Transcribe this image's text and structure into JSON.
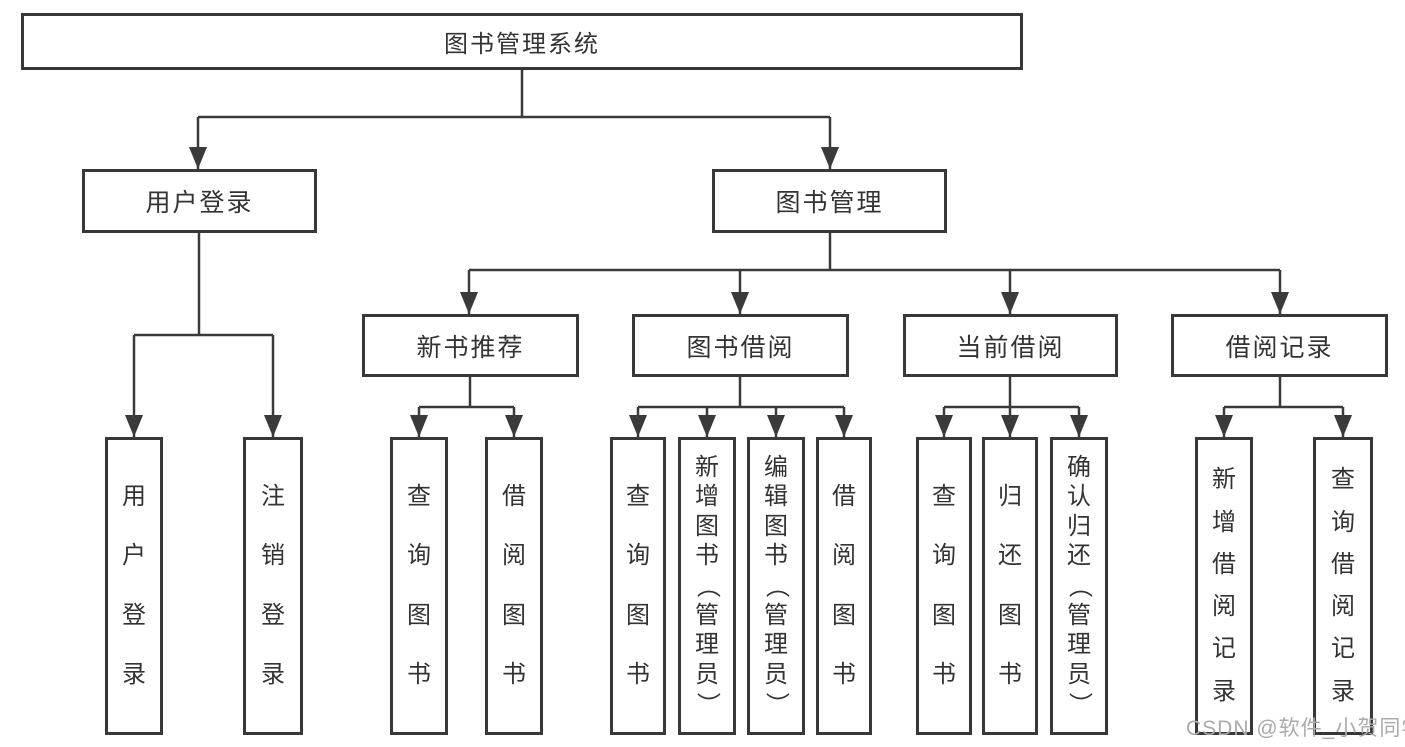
{
  "tree": {
    "root": {
      "label": "图书管理系统"
    },
    "children": [
      {
        "label": "用户登录",
        "children": [
          {
            "label": "用户登录"
          },
          {
            "label": "注销登录"
          }
        ]
      },
      {
        "label": "图书管理",
        "children": [
          {
            "label": "新书推荐",
            "children": [
              {
                "label": "查询图书"
              },
              {
                "label": "借阅图书"
              }
            ]
          },
          {
            "label": "图书借阅",
            "children": [
              {
                "label": "查询图书"
              },
              {
                "label": "新增图书（管理员）"
              },
              {
                "label": "编辑图书（管理员）"
              },
              {
                "label": "借阅图书"
              }
            ]
          },
          {
            "label": "当前借阅",
            "children": [
              {
                "label": "查询图书"
              },
              {
                "label": "归还图书"
              },
              {
                "label": "确认归还（管理员）"
              }
            ]
          },
          {
            "label": "借阅记录",
            "children": [
              {
                "label": "新增借阅记录"
              },
              {
                "label": "查询借阅记录"
              }
            ]
          }
        ]
      }
    ]
  },
  "watermark": "CSDN @软件_小贺同学",
  "colors": {
    "stroke": "#3a3a3a",
    "text": "#333333",
    "watermark": "#ababab",
    "background": "#ffffff"
  }
}
